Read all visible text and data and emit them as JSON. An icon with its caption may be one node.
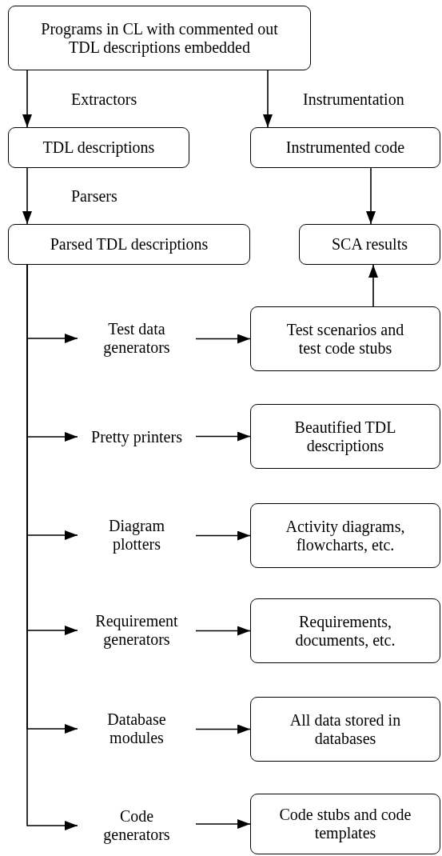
{
  "diagram": {
    "nodes": [
      {
        "text": [
          "Programs in CL with commented out TDL descriptions embedded"
        ]
      },
      {
        "text": [
          "TDL descriptions"
        ]
      },
      {
        "text": [
          "Instrumented code"
        ]
      },
      {
        "text": [
          "Parsed TDL descriptions"
        ]
      },
      {
        "text": [
          "SCA results"
        ]
      },
      {
        "text": [
          "Test data generators"
        ]
      },
      {
        "text": [
          "Test scenarios and test code stubs"
        ]
      },
      {
        "text": [
          "Pretty printers"
        ]
      },
      {
        "text": [
          "Beautified TDL descriptions"
        ]
      },
      {
        "text": [
          "Diagram plotters"
        ]
      },
      {
        "text": [
          "Activity diagrams, flowcharts, etc."
        ]
      },
      {
        "text": [
          "Requirement generators"
        ]
      },
      {
        "text": [
          "Requirements, documents, etc."
        ]
      },
      {
        "text": [
          "Database modules"
        ]
      },
      {
        "text": [
          "All data stored in databases"
        ]
      },
      {
        "text": [
          "Code generators"
        ]
      },
      {
        "text": [
          "Code stubs and code templates"
        ]
      }
    ],
    "edges": [
      {
        "from": 0,
        "to": 1,
        "arrow": "to",
        "label": "Extractors"
      },
      {
        "from": 0,
        "to": 2,
        "arrow": "to",
        "label": "Instrumentation"
      },
      {
        "from": 1,
        "to": 3,
        "arrow": "to",
        "label": "Parsers"
      },
      {
        "from": 2,
        "to": 4,
        "arrow": "to"
      },
      {
        "from": 6,
        "to": 4,
        "arrow": "to"
      },
      {
        "from": 3,
        "to": 5,
        "arrow": "to"
      },
      {
        "from": 3,
        "to": 7,
        "arrow": "to"
      },
      {
        "from": 3,
        "to": 9,
        "arrow": "to"
      },
      {
        "from": 3,
        "to": 11,
        "arrow": "to"
      },
      {
        "from": 3,
        "to": 13,
        "arrow": "to"
      },
      {
        "from": 3,
        "to": 15,
        "arrow": "to"
      },
      {
        "from": 5,
        "to": 6,
        "arrow": "to"
      },
      {
        "from": 7,
        "to": 8,
        "arrow": "to"
      },
      {
        "from": 9,
        "to": 10,
        "arrow": "to"
      },
      {
        "from": 11,
        "to": 12,
        "arrow": "to"
      },
      {
        "from": 13,
        "to": 14,
        "arrow": "to"
      },
      {
        "from": 15,
        "to": 16,
        "arrow": "to"
      }
    ]
  }
}
